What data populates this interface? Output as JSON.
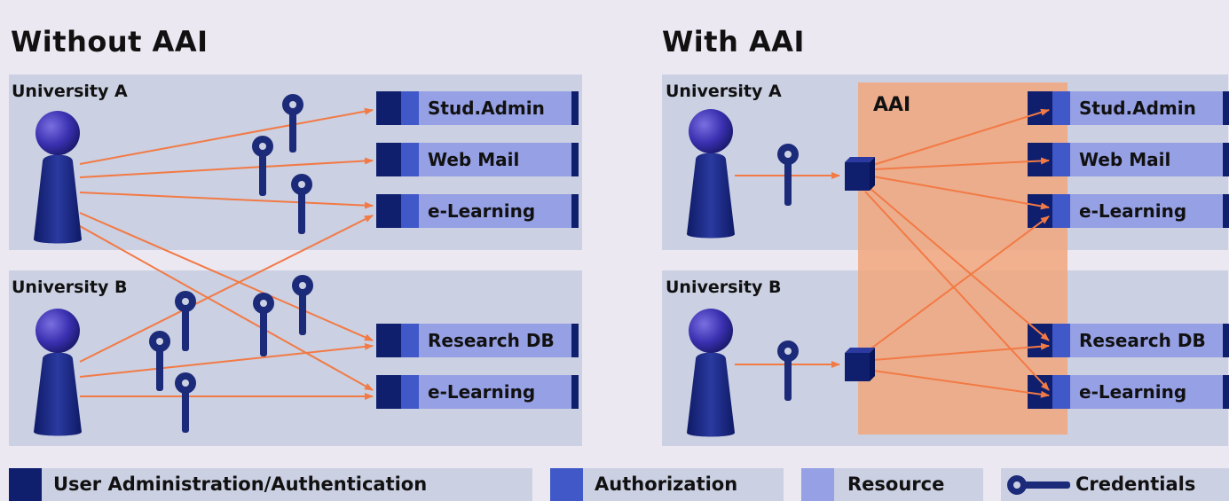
{
  "headings": {
    "without": "Without AAI",
    "with": "With AAI"
  },
  "left": {
    "university_a": "University A",
    "university_b": "University B",
    "resources": [
      "Stud.Admin",
      "Web Mail",
      "e-Learning",
      "Research DB",
      "e-Learning"
    ]
  },
  "right": {
    "university_a": "University A",
    "university_b": "University B",
    "aai_label": "AAI",
    "resources": [
      "Stud.Admin",
      "Web Mail",
      "e-Learning",
      "Research DB",
      "e-Learning"
    ]
  },
  "legend": {
    "user_admin": "User Administration/Authentication",
    "authorization": "Authorization",
    "resource": "Resource",
    "credentials": "Credentials"
  },
  "colors": {
    "user_admin": "#0f1f6e",
    "authorization": "#4058c8",
    "resource": "#96a0e4",
    "arrow": "#f27a45",
    "aai": "#f2a77c",
    "panel": "#cbd0e2",
    "background": "#ece8f2"
  },
  "icons": [
    "user-icon",
    "key-icon",
    "server-cube-icon",
    "credentials-key-icon"
  ]
}
